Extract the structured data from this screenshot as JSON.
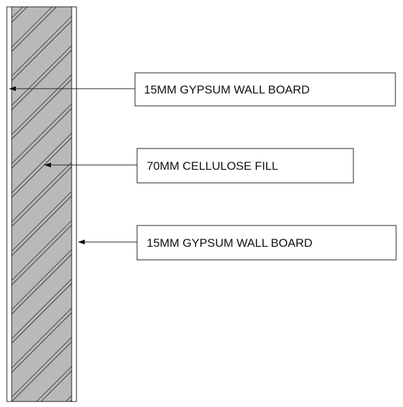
{
  "diagram": {
    "labels": {
      "board_outer": "15MM GYPSUM WALL BOARD",
      "fill": "70MM CELLULOSE FILL",
      "board_inner": "15MM GYPSUM WALL BOARD"
    },
    "colors": {
      "line": "#222222",
      "fill_gray": "#b9b9b9",
      "hatch": "#2a2a2a",
      "background": "#ffffff"
    }
  }
}
